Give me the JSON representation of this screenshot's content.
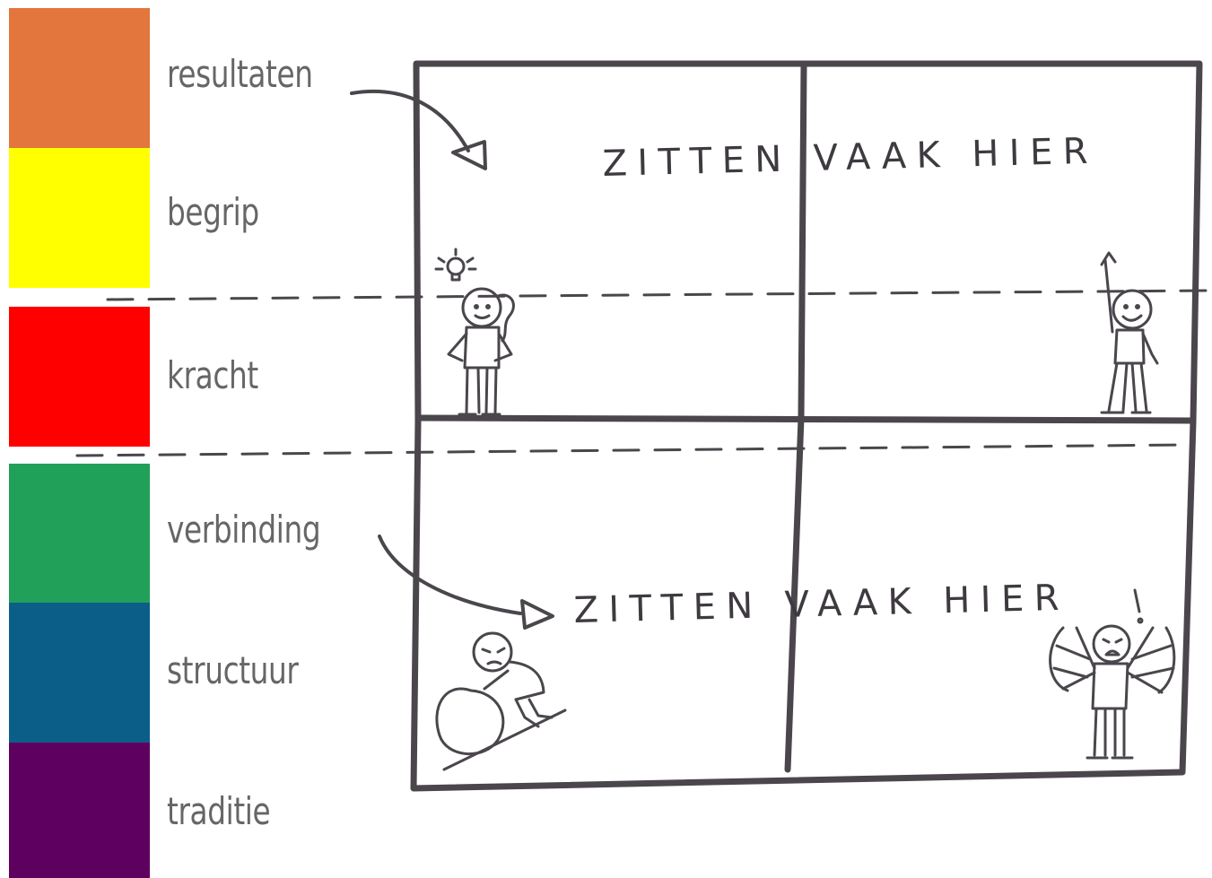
{
  "legend": {
    "items": [
      {
        "label": "resultaten",
        "color": "#E3763C"
      },
      {
        "label": "begrip",
        "color": "#FFFF00"
      },
      {
        "label": "kracht",
        "color": "#FF0000"
      },
      {
        "label": "verbinding",
        "color": "#21A05A"
      },
      {
        "label": "structuur",
        "color": "#0A5E88"
      },
      {
        "label": "traditie",
        "color": "#5E0060"
      }
    ]
  },
  "board": {
    "top_note": "ZITTEN VAAK HIER",
    "bottom_note": "ZITTEN VAAK HIER",
    "line_color": "#4a464c"
  }
}
